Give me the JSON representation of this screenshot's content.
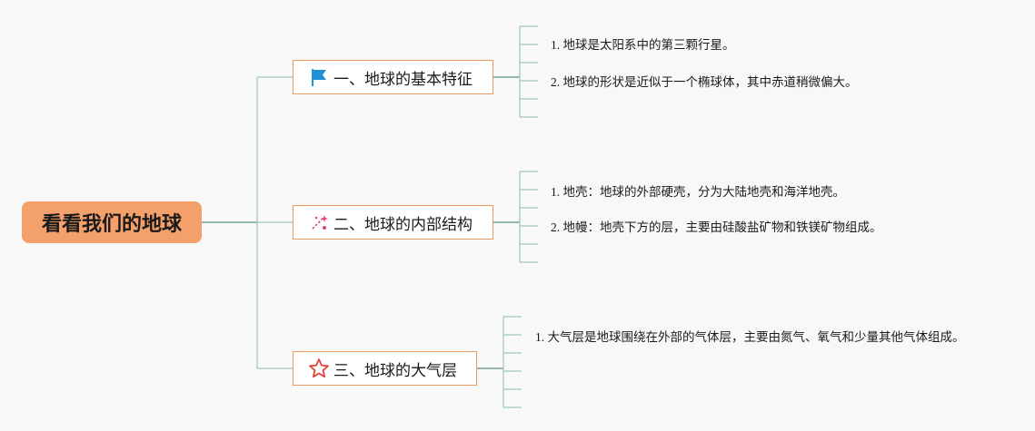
{
  "root": {
    "title": "看看我们的地球"
  },
  "branches": [
    {
      "label": "一、地球的基本特征",
      "icon": "blue-flag-icon",
      "leaves": [
        "1. 地球是太阳系中的第三颗行星。",
        "2. 地球的形状是近似于一个椭球体，其中赤道稍微偏大。"
      ]
    },
    {
      "label": "二、地球的内部结构",
      "icon": "sparkle-icon",
      "leaves": [
        "1. 地壳：地球的外部硬壳，分为大陆地壳和海洋地壳。",
        "2. 地幔：地壳下方的层，主要由硅酸盐矿物和铁镁矿物组成。"
      ]
    },
    {
      "label": "三、地球的大气层",
      "icon": "star-outline-icon",
      "leaves": [
        "1. 大气层是地球围绕在外部的气体层，主要由氮气、氧气和少量其他气体组成。"
      ]
    }
  ],
  "colors": {
    "root_fill": "#f3a06a",
    "branch_border": "#ec9a62",
    "connector": "#9fc7b8",
    "connector_dark": "#5b8f80",
    "flag": "#1f8fd6",
    "sparkle": "#e0407a",
    "star": "#e0463c"
  }
}
